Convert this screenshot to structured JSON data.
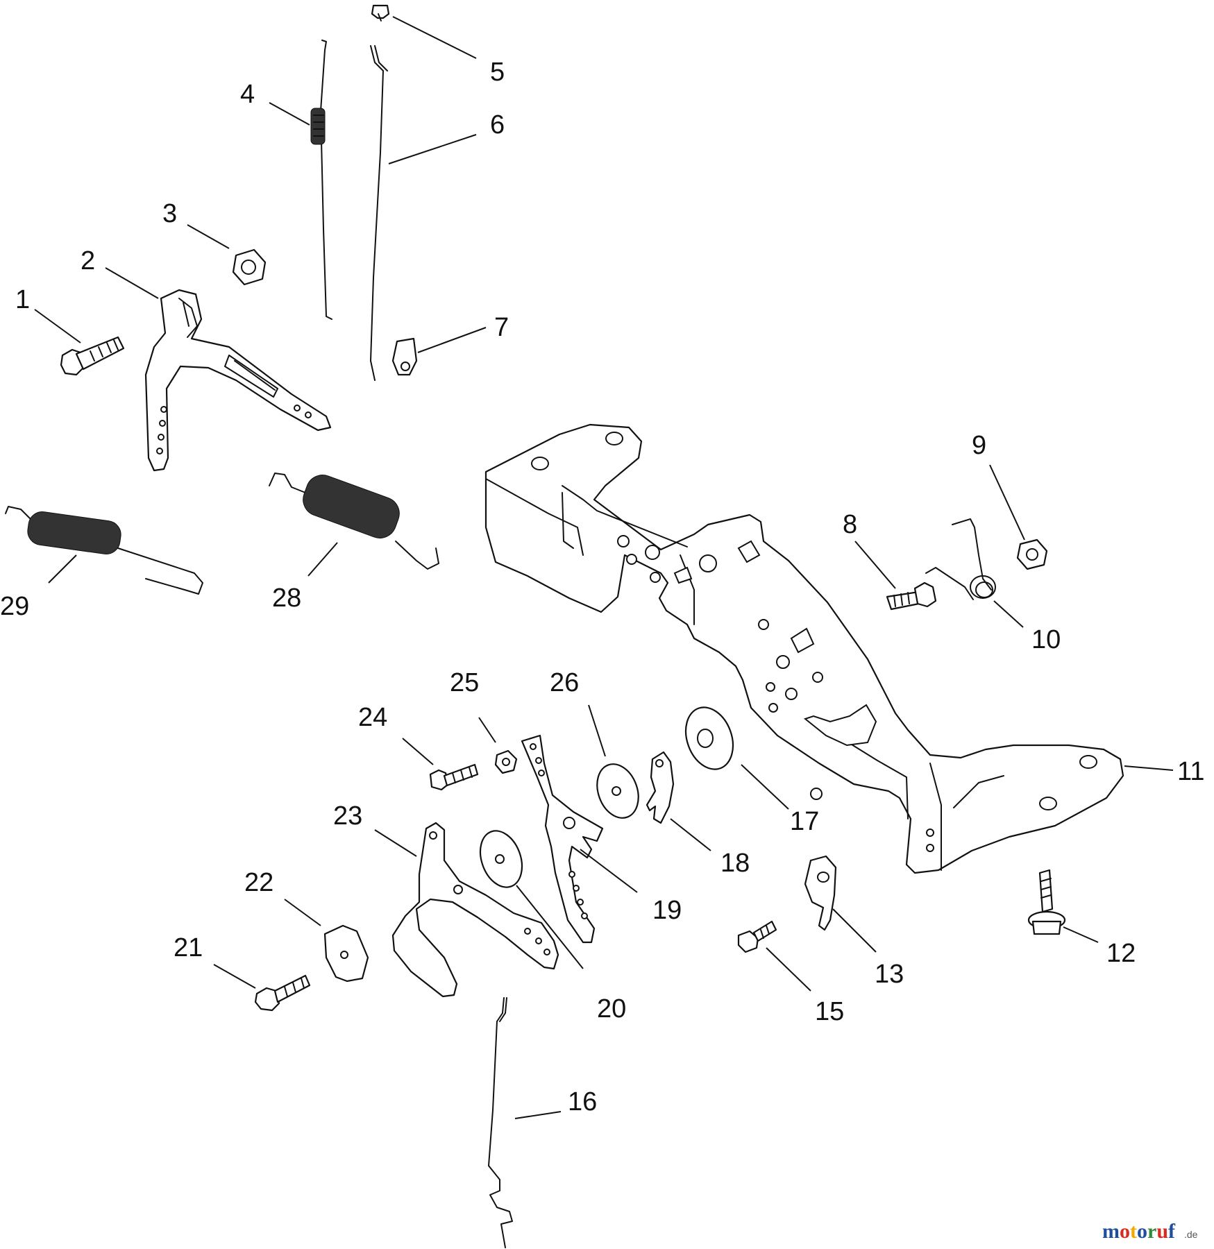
{
  "diagram": {
    "callouts": {
      "c1": "1",
      "c2": "2",
      "c3": "3",
      "c4": "4",
      "c5": "5",
      "c6": "6",
      "c7": "7",
      "c8": "8",
      "c9": "9",
      "c10": "10",
      "c11": "11",
      "c12": "12",
      "c13": "13",
      "c15": "15",
      "c16": "16",
      "c17": "17",
      "c18": "18",
      "c19": "19",
      "c20": "20",
      "c21": "21",
      "c22": "22",
      "c23": "23",
      "c24": "24",
      "c25": "25",
      "c26": "26",
      "c28": "28",
      "c29": "29"
    },
    "watermark": {
      "text": "motoruf",
      "suffix": ".de",
      "colors": [
        "#1f4e9c",
        "#d62d20",
        "#f2a900",
        "#1f4e9c",
        "#2e8b3a",
        "#d62d20",
        "#1f4e9c"
      ]
    }
  }
}
